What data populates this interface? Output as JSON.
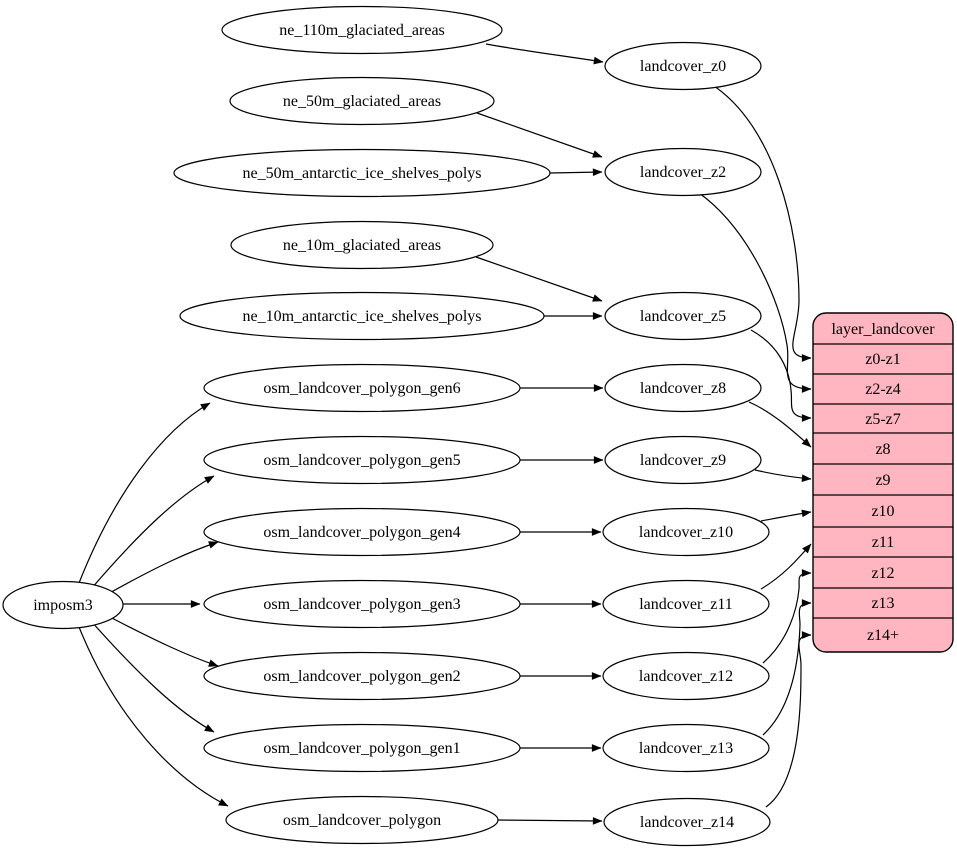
{
  "colors": {
    "table_fill": "#ffb6c1",
    "node_fill": "#ffffff",
    "stroke": "#000000"
  },
  "nodes": {
    "imposm3": {
      "label": "imposm3"
    },
    "ne_110m_glaciated_areas": {
      "label": "ne_110m_glaciated_areas"
    },
    "ne_50m_glaciated_areas": {
      "label": "ne_50m_glaciated_areas"
    },
    "ne_50m_antarctic_ice_shelves_polys": {
      "label": "ne_50m_antarctic_ice_shelves_polys"
    },
    "ne_10m_glaciated_areas": {
      "label": "ne_10m_glaciated_areas"
    },
    "ne_10m_antarctic_ice_shelves_polys": {
      "label": "ne_10m_antarctic_ice_shelves_polys"
    },
    "osm_landcover_polygon_gen6": {
      "label": "osm_landcover_polygon_gen6"
    },
    "osm_landcover_polygon_gen5": {
      "label": "osm_landcover_polygon_gen5"
    },
    "osm_landcover_polygon_gen4": {
      "label": "osm_landcover_polygon_gen4"
    },
    "osm_landcover_polygon_gen3": {
      "label": "osm_landcover_polygon_gen3"
    },
    "osm_landcover_polygon_gen2": {
      "label": "osm_landcover_polygon_gen2"
    },
    "osm_landcover_polygon_gen1": {
      "label": "osm_landcover_polygon_gen1"
    },
    "osm_landcover_polygon": {
      "label": "osm_landcover_polygon"
    },
    "landcover_z0": {
      "label": "landcover_z0"
    },
    "landcover_z2": {
      "label": "landcover_z2"
    },
    "landcover_z5": {
      "label": "landcover_z5"
    },
    "landcover_z8": {
      "label": "landcover_z8"
    },
    "landcover_z9": {
      "label": "landcover_z9"
    },
    "landcover_z10": {
      "label": "landcover_z10"
    },
    "landcover_z11": {
      "label": "landcover_z11"
    },
    "landcover_z12": {
      "label": "landcover_z12"
    },
    "landcover_z13": {
      "label": "landcover_z13"
    },
    "landcover_z14": {
      "label": "landcover_z14"
    }
  },
  "table": {
    "title": "layer_landcover",
    "rows": [
      "z0-z1",
      "z2-z4",
      "z5-z7",
      "z8",
      "z9",
      "z10",
      "z11",
      "z12",
      "z13",
      "z14+"
    ]
  },
  "edges": [
    {
      "from": "ne_110m_glaciated_areas",
      "to": "landcover_z0"
    },
    {
      "from": "ne_50m_glaciated_areas",
      "to": "landcover_z2"
    },
    {
      "from": "ne_50m_antarctic_ice_shelves_polys",
      "to": "landcover_z2"
    },
    {
      "from": "ne_10m_glaciated_areas",
      "to": "landcover_z5"
    },
    {
      "from": "ne_10m_antarctic_ice_shelves_polys",
      "to": "landcover_z5"
    },
    {
      "from": "imposm3",
      "to": "osm_landcover_polygon_gen6"
    },
    {
      "from": "imposm3",
      "to": "osm_landcover_polygon_gen5"
    },
    {
      "from": "imposm3",
      "to": "osm_landcover_polygon_gen4"
    },
    {
      "from": "imposm3",
      "to": "osm_landcover_polygon_gen3"
    },
    {
      "from": "imposm3",
      "to": "osm_landcover_polygon_gen2"
    },
    {
      "from": "imposm3",
      "to": "osm_landcover_polygon_gen1"
    },
    {
      "from": "imposm3",
      "to": "osm_landcover_polygon"
    },
    {
      "from": "osm_landcover_polygon_gen6",
      "to": "landcover_z8"
    },
    {
      "from": "osm_landcover_polygon_gen5",
      "to": "landcover_z9"
    },
    {
      "from": "osm_landcover_polygon_gen4",
      "to": "landcover_z10"
    },
    {
      "from": "osm_landcover_polygon_gen3",
      "to": "landcover_z11"
    },
    {
      "from": "osm_landcover_polygon_gen2",
      "to": "landcover_z12"
    },
    {
      "from": "osm_landcover_polygon_gen1",
      "to": "landcover_z13"
    },
    {
      "from": "osm_landcover_polygon",
      "to": "landcover_z14"
    },
    {
      "from": "landcover_z0",
      "to": "layer_landcover:z0-z1"
    },
    {
      "from": "landcover_z2",
      "to": "layer_landcover:z2-z4"
    },
    {
      "from": "landcover_z5",
      "to": "layer_landcover:z5-z7"
    },
    {
      "from": "landcover_z8",
      "to": "layer_landcover:z8"
    },
    {
      "from": "landcover_z9",
      "to": "layer_landcover:z9"
    },
    {
      "from": "landcover_z10",
      "to": "layer_landcover:z10"
    },
    {
      "from": "landcover_z11",
      "to": "layer_landcover:z11"
    },
    {
      "from": "landcover_z12",
      "to": "layer_landcover:z12"
    },
    {
      "from": "landcover_z13",
      "to": "layer_landcover:z13"
    },
    {
      "from": "landcover_z14",
      "to": "layer_landcover:z14+"
    }
  ]
}
